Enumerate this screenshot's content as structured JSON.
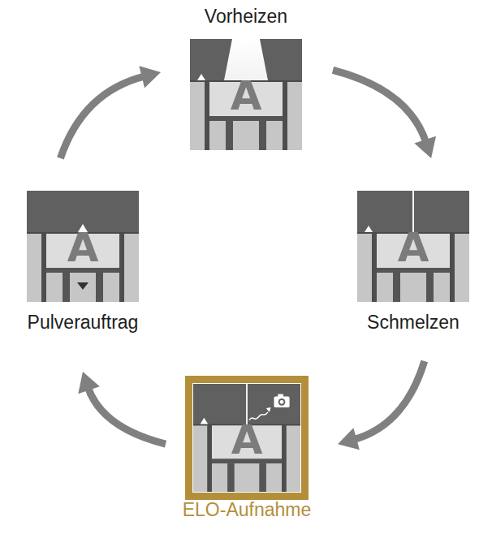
{
  "diagram": {
    "nodes": [
      {
        "text": [
          "Vorheizen"
        ]
      },
      {
        "text": [
          "Pulverauftrag"
        ]
      },
      {
        "text": [
          "Schmelzen"
        ]
      },
      {
        "text": [
          "ELO-Aufnahme"
        ]
      }
    ],
    "edges": [
      {
        "from": 0,
        "to": 2,
        "arrow": "to"
      },
      {
        "from": 2,
        "to": 3,
        "arrow": "to"
      },
      {
        "from": 3,
        "to": 1,
        "arrow": "to"
      },
      {
        "from": 1,
        "to": 0,
        "arrow": "to"
      }
    ],
    "labels": [
      "A",
      "A",
      "A",
      "A"
    ]
  }
}
